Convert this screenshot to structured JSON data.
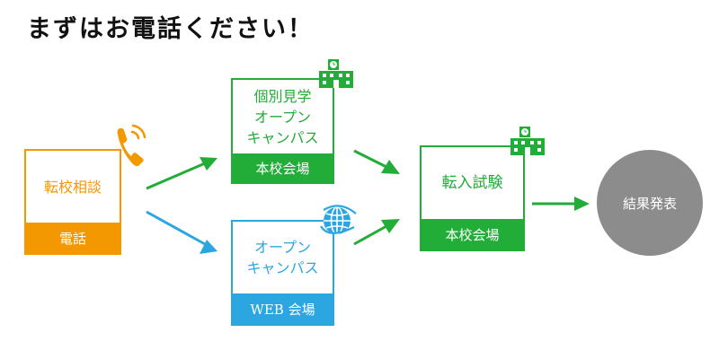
{
  "headline": "まずはお電話ください！",
  "nodes": {
    "phone": {
      "title": "転校相談",
      "footer": "電話"
    },
    "tour": {
      "title_lines": [
        "個別見学",
        "オープン",
        "キャンパス"
      ],
      "footer": "本校会場"
    },
    "web": {
      "title_lines": [
        "オープン",
        "キャンパス"
      ],
      "footer": "WEB 会場"
    },
    "exam": {
      "title": "転入試験",
      "footer": "本校会場"
    },
    "result": {
      "label": "結果発表"
    }
  },
  "icons": {
    "phone": "phone-ringing-icon",
    "school_tour": "school-building-icon",
    "web": "globe-icon",
    "school_exam": "school-building-icon"
  },
  "colors": {
    "phone": "#f39800",
    "green": "#22ac38",
    "blue": "#2ca6e0",
    "result": "#8c8c8c"
  }
}
